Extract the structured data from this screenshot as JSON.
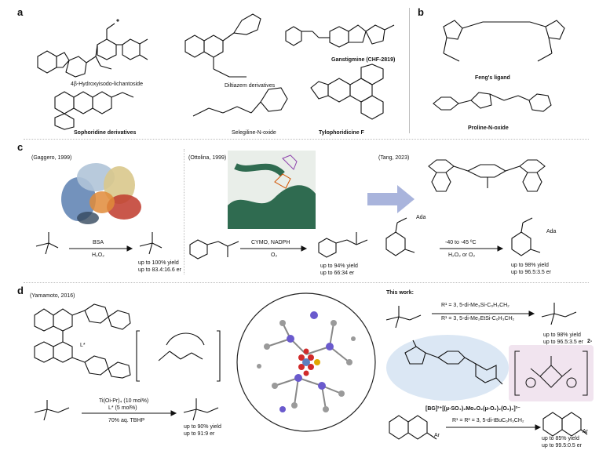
{
  "panels": {
    "a": "a",
    "b": "b",
    "c": "c",
    "d": "d"
  },
  "a": {
    "compound1": "4β-Hydroxyisodo-lichantoside",
    "compound2": "Diltiazem derivatives",
    "compound3": "Ganstigmine (CHF-2819)",
    "compound4": "Sophoridine derivatives",
    "compound5": "Selegiline-N-oxide",
    "compound6": "Tylophoridicine F"
  },
  "b": {
    "ligand1": "Feng's ligand",
    "ligand2": "Proline-N-oxide"
  },
  "c": {
    "ref1": "(Gaggero, 1999)",
    "ref1_cond_top": "BSA",
    "ref1_cond_bottom": "H₂O₂",
    "ref1_yield": "up to 100% yield",
    "ref1_er": "up to 83.4:16.6 er",
    "ref2": "(Ottolina, 1999)",
    "ref2_cond_top": "CYMO, NADPH",
    "ref2_cond_bottom": "O₂",
    "ref2_yield": "up to 94% yield",
    "ref2_er": "up to 66:34 er",
    "ref3": "(Tang, 2023)",
    "ref3_cond_top": "-40 to -45 ºC",
    "ref3_cond_bottom": "H₂O₂ or O₂",
    "ref3_yield": "up to 98% yield",
    "ref3_er": "up to 96.5:3.5 er",
    "ada": "Ada"
  },
  "d": {
    "ref": "(Yamamoto, 2016)",
    "ligand": "L*",
    "cond1": "Ti(Oi-Pr)₄ (10 mol%)",
    "cond2": "L* (5 mol%)",
    "cond3": "70% aq. TBHP",
    "yield1": "up to 90% yield",
    "er1": "up to 91:9 er",
    "this_work": "This work:",
    "r1_def1": "R¹ = 3, 5-di-Me₃Si-C₆H₃CH₂",
    "r1_def2": "R¹ = 3, 5-di-Me₂EtSi-C₆H₃CH₂",
    "yield2": "up to 98% yield",
    "er2": "up to 96.5:3.5 er",
    "catalyst": "[BG]²⁺[(μ-SO₄)₂Mo₂O₂(μ-O₂)₂(O₂)₂]²⁻",
    "r12_def": "R¹ = R² = 3, 5-di-tBuC₆H₃CH₂",
    "yield3": "up to 85% yield",
    "er3": "up to 99.5:0.5 er",
    "charge": "2-",
    "ar": "Ar"
  }
}
